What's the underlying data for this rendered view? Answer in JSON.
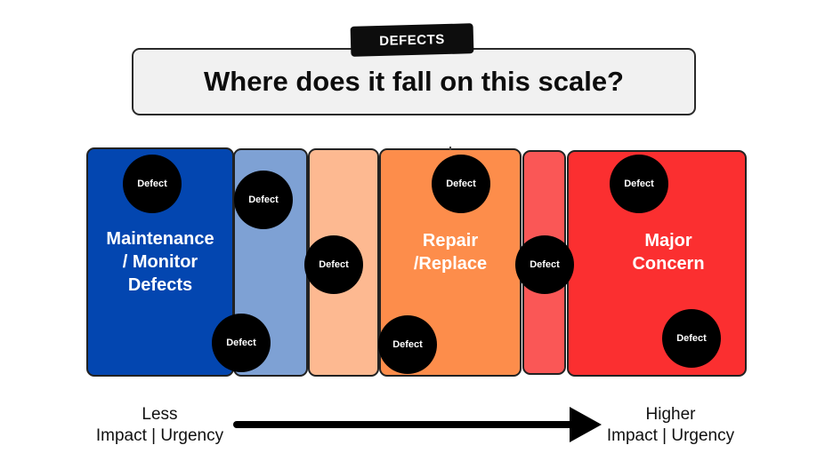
{
  "tag": "DEFECTS",
  "title": "Where does it fall on this scale?",
  "segments": [
    {
      "label": "Maintenance\n/ Monitor\nDefects",
      "color": "#0346b0"
    },
    {
      "label": "",
      "color": "#7ea1d4"
    },
    {
      "label": "",
      "color": "#fdb991"
    },
    {
      "label": "Repair\n/Replace",
      "color": "#fd8d4b"
    },
    {
      "label": "",
      "color": "#fa5756"
    },
    {
      "label": "Major\nConcern",
      "color": "#fb2f30"
    }
  ],
  "defect_label": "Defect",
  "scale": {
    "left": {
      "line1": "Less",
      "line2": "Impact | Urgency"
    },
    "right": {
      "line1": "Higher",
      "line2": "Impact | Urgency"
    }
  }
}
